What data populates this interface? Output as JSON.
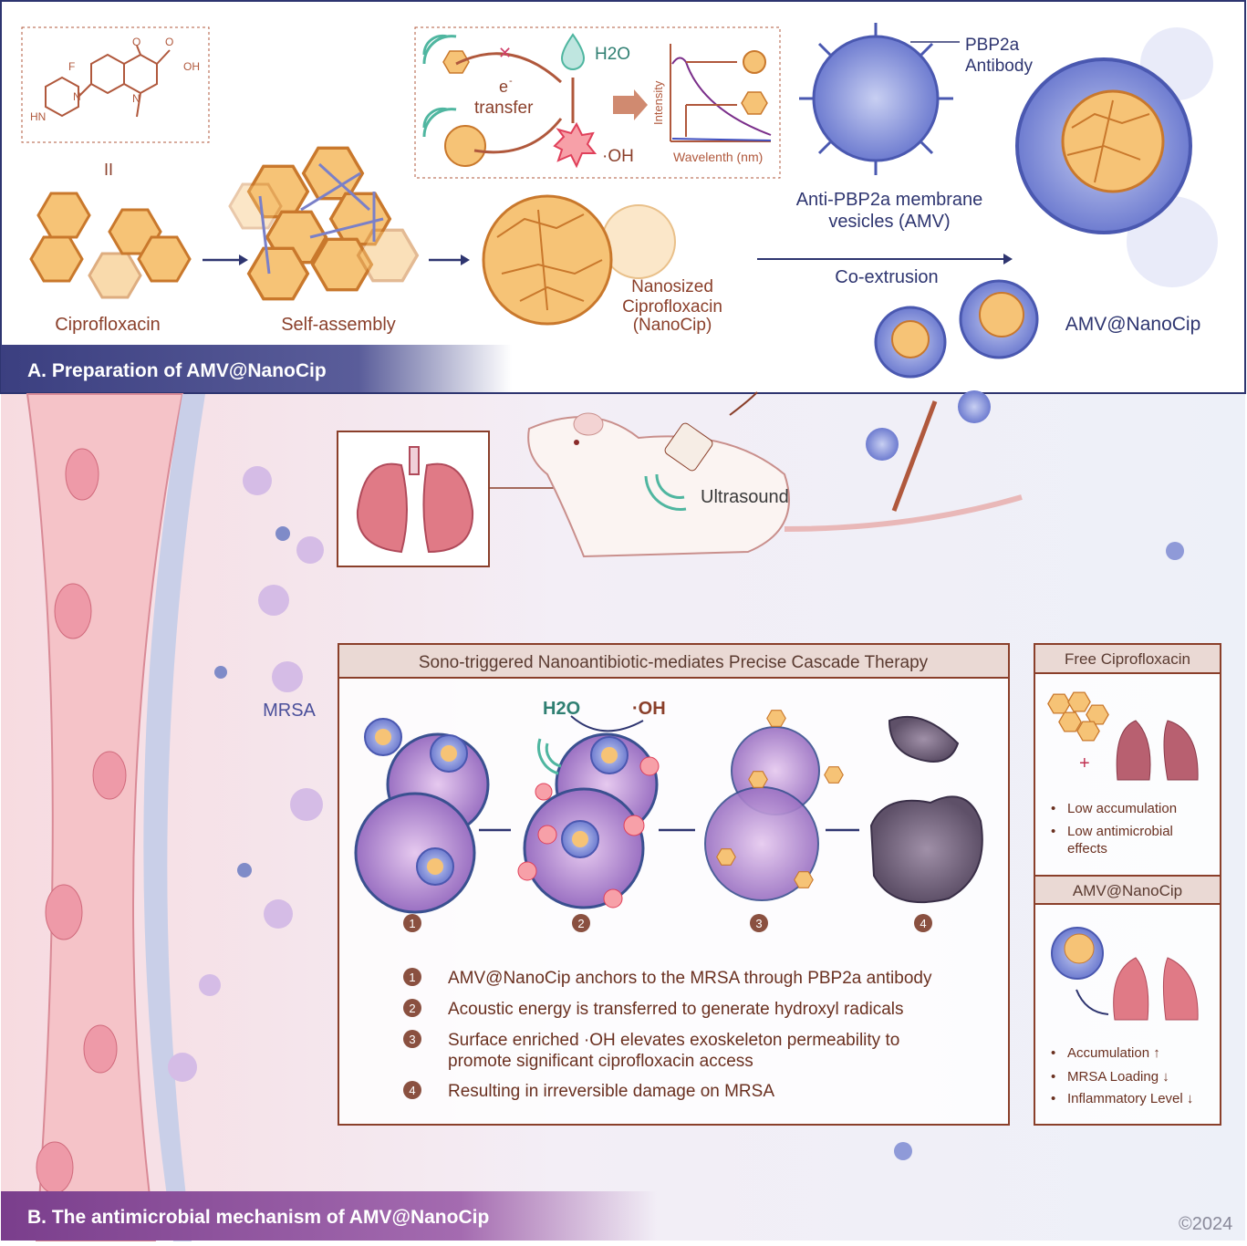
{
  "panel_a": {
    "label": "A. Preparation of  AMV@NanoCip",
    "molecule_atoms": {
      "o1": "O",
      "o2": "O",
      "oh": "OH",
      "f": "F",
      "n1": "N",
      "n2": "N",
      "hn": "HN"
    },
    "equals": "II",
    "ciprofloxacin": "Ciprofloxacin",
    "self_assembly": "Self-assembly",
    "nanocip": [
      "Nanosized",
      "Ciprofloxacin",
      "(NanoCip)"
    ],
    "inset": {
      "e": "e",
      "e_sup": "-",
      "transfer": "transfer",
      "h2o": "H2O",
      "oh": "·OH",
      "ylabel": "Intensity",
      "xlabel": "Wavelenth (nm)"
    },
    "pbp2a": [
      "PBP2a",
      "Antibody"
    ],
    "amv": [
      "Anti-PBP2a membrane",
      "vesicles (AMV)"
    ],
    "coextrusion": "Co-extrusion",
    "product": "AMV@NanoCip"
  },
  "panel_b": {
    "label": "B. The antimicrobial mechanism of AMV@NanoCip",
    "ultrasound": "Ultrasound",
    "mrsa": "MRSA",
    "cascade": {
      "title": "Sono-triggered Nanoantibiotic-mediates Precise Cascade Therapy",
      "h2o": "H2O",
      "oh": "·OH",
      "step_numbers": [
        "1",
        "2",
        "3",
        "4"
      ],
      "steps": [
        [
          "AMV@NanoCip anchors to the MRSA through PBP2a antibody"
        ],
        [
          "Acoustic energy is transferred to generate hydroxyl radicals"
        ],
        [
          "Surface enriched ·OH elevates exoskeleton permeability to",
          "promote significant ciprofloxacin access"
        ],
        [
          "Resulting in irreversible damage on MRSA"
        ]
      ]
    },
    "free": {
      "title": "Free Ciprofloxacin",
      "bullets": [
        "Low accumulation",
        "Low antimicrobial",
        "effects"
      ]
    },
    "amv": {
      "title": "AMV@NanoCip",
      "bullets": [
        "Accumulation ↑",
        "MRSA Loading ↓",
        "Inflammatory Level ↓"
      ]
    },
    "copyright": "©2024"
  },
  "colors": {
    "navy": "#2e3570",
    "brown": "#8a3f2a",
    "orange": "#f4b860",
    "vesicle": "#7d8ad6",
    "mrsa": "#b58ad0",
    "lung": "#e07a86"
  }
}
